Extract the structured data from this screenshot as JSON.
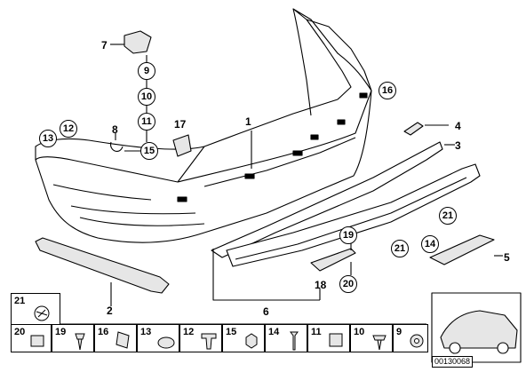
{
  "callouts": {
    "c1": "1",
    "c2": "2",
    "c3": "3",
    "c4": "4",
    "c5": "5",
    "c6": "6",
    "c7": "7",
    "c8": "8",
    "c9": "9",
    "c10": "10",
    "c11": "11",
    "c12": "12",
    "c13": "13",
    "c14": "14",
    "c15": "15",
    "c16": "16",
    "c17": "17",
    "c18": "18",
    "c19": "19",
    "c20": "20",
    "c21a": "21",
    "c21b": "21"
  },
  "legend": {
    "top": [
      "21"
    ],
    "bottom": [
      "20",
      "19",
      "16",
      "13",
      "12",
      "15",
      "14",
      "11",
      "10",
      "9"
    ]
  },
  "doc_id": "00130068",
  "colors": {
    "line": "#000000",
    "fill": "#ffffff",
    "shade": "#d9d9d9"
  }
}
